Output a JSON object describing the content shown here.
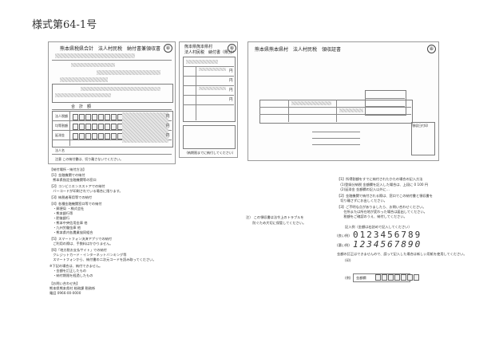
{
  "form_number": "様式第64-1号",
  "panel1": {
    "title": "熊本県税県合計　法人村民税　納付書兼領収書",
    "mark": "⑧",
    "row_labels": [
      "法人税額",
      "均等割額",
      "延滞金"
    ],
    "name_label": "法人名",
    "yen": "円",
    "totals_label": "合　計　額",
    "fine_print": "注意 この納付書は、切り離さないでください。"
  },
  "panel2": {
    "title_line1": "熊本県熊本県村",
    "title_line2": "法人村民税　納付書（県分）",
    "mark": "⑧",
    "yen": "円",
    "fine_print": "（納期限までに納付してください）"
  },
  "panel3": {
    "title": "熊本県熊本県村　法人村民税　領収証書",
    "mark": "⑧",
    "stamp_label": "領収日付印"
  },
  "notes_left": {
    "lines": [
      "【納付場所・納付方法】",
      "【1】金融機関での納付",
      "　熊本県指定金融機関等の窓口",
      "【2】コンビニエンスストアでの納付",
      "　バーコードが印刷されている場合に限ります。",
      "【3】納税者専用等での納付",
      "【4】各種金融機関窓口等での納付",
      "　・郵便局 ・株式会社",
      "　・熊本銀行等",
      "　・肥後銀行",
      "　・熊本中央信用金庫 他",
      "　・九州労働金庫 他",
      "　・熊本県内各農業協同組合",
      "【5】スマートフォン決済アプリでの納付",
      "　ご利用の際は、手数料はかかりません。",
      "【6】「地方税お支払サイト」での納付",
      "　クレジットカード・インターネットバンキング等",
      "　スマートフォンから、納付書の二次元コードを読み取ってください。",
      "※下記の場合は、納付できません。",
      "　・金額を訂正したもの",
      "　・納付期限を経過したもの",
      "【お問い合わせ先】",
      "熊本県熊本県村 総務課 税務係",
      "電話 0966-00-0000"
    ]
  },
  "notes_mid": {
    "lines": [
      "注） この領収書は法令上のトラブルを",
      "　　防ぐため大切に保管してください。"
    ]
  },
  "notes_right": {
    "lines": [
      "【1】所得割額をすでに納付されたかたの場合の記入方法",
      "　(1)登録分納税 金額欄を記入した場合は、上段に 0 100 円",
      "　(2)延滞金 金額欄の記入以外に…",
      "【2】金融機関で納付される際は、窓口でこの納付書と領収書を",
      "　切り離さずにお出しください。",
      "【3】ご不明な点がありましたら、お問い合わせください。",
      "　　住所または所在地が変わった場合は届出してください。",
      "　　税額をご確認のうえ、納付してください。"
    ],
    "handwriting_example_title": "記入例（金額は右詰めで記入してください）",
    "label_good": "(良い例)",
    "label_bad": "(悪い例)",
    "digits_good": "0123456789",
    "digits_bad": "1234567890",
    "bottom_note": "金額の訂正はできませんので、誤って記入した場合は新しい用紙を使用してください。",
    "stamp_example": "(印)",
    "account_label": "(例)",
    "account_value": "金額欄"
  },
  "colors": {
    "border": "#9a9a9a",
    "text": "#222222",
    "shade": "#d2d2d2"
  }
}
